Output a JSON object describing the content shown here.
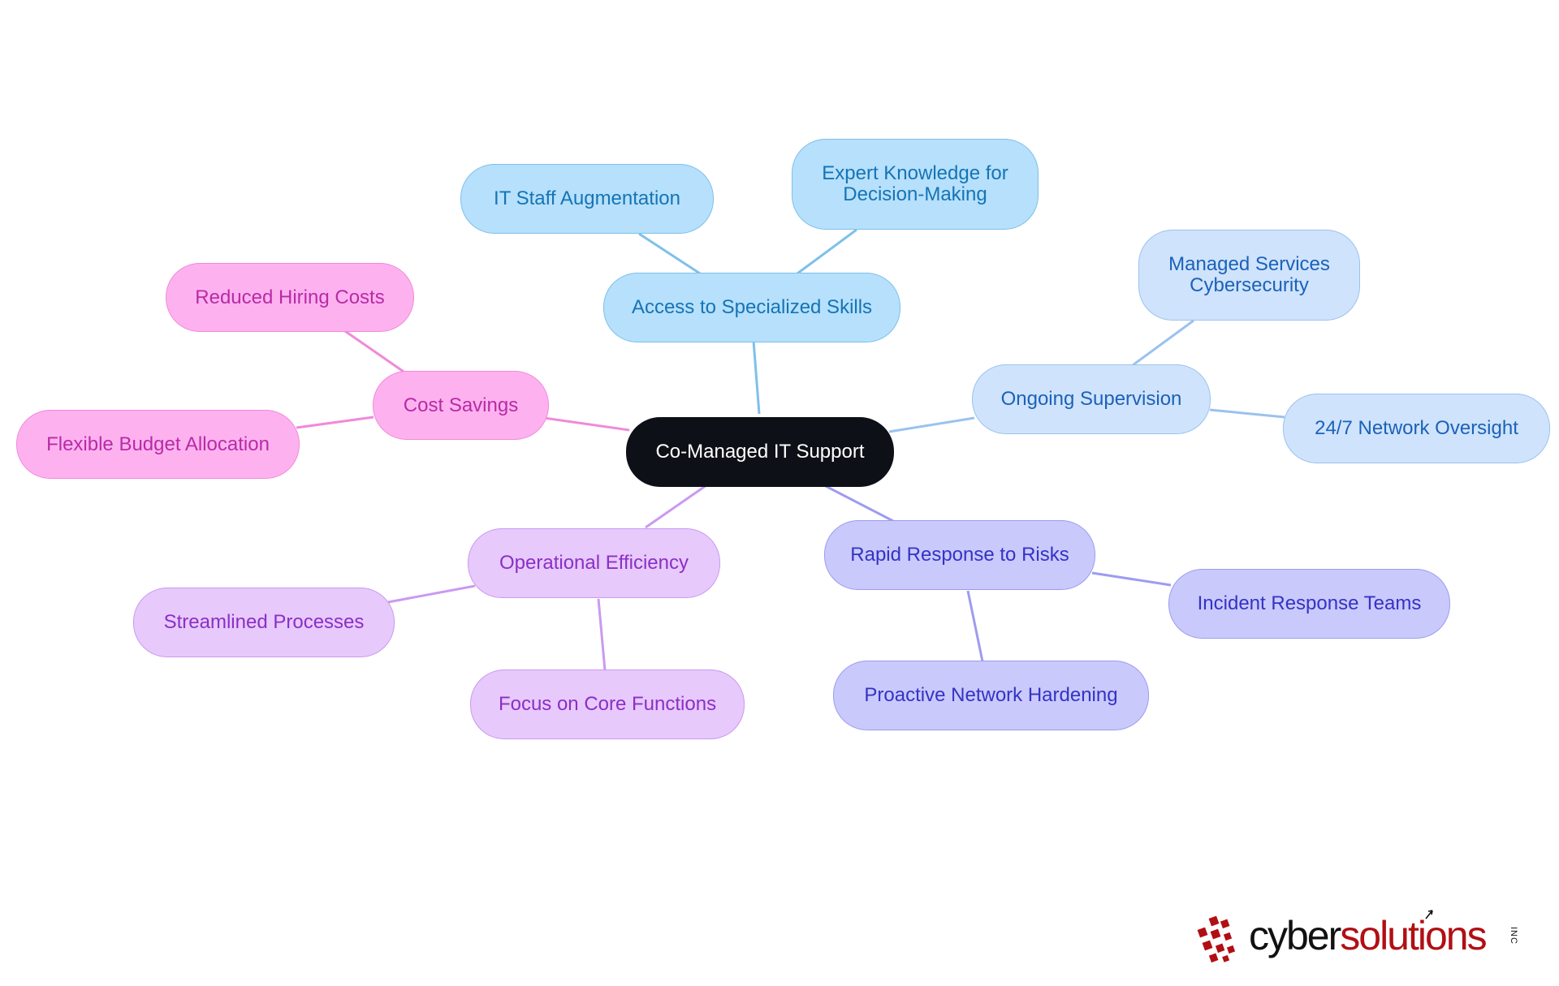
{
  "mindmap": {
    "root": "Co-Managed IT Support",
    "branches": {
      "cost_savings": {
        "label": "Cost Savings",
        "children": [
          "Reduced Hiring Costs",
          "Flexible Budget Allocation"
        ]
      },
      "specialized_skills": {
        "label": "Access to Specialized Skills",
        "children": [
          "IT Staff Augmentation",
          "Expert Knowledge for Decision-Making"
        ]
      },
      "ongoing_supervision": {
        "label": "Ongoing Supervision",
        "children": [
          "Managed Services Cybersecurity",
          "24/7 Network Oversight"
        ]
      },
      "rapid_response": {
        "label": "Rapid Response to Risks",
        "children": [
          "Incident Response Teams",
          "Proactive Network Hardening"
        ]
      },
      "operational_efficiency": {
        "label": "Operational Efficiency",
        "children": [
          "Streamlined Processes",
          "Focus on Core Functions"
        ]
      }
    }
  },
  "logo": {
    "word_1": "cyber",
    "word_2": "solutions",
    "suffix": "INC"
  },
  "colors": {
    "root": "#0d1117",
    "cost_savings": "#fdb2ef",
    "specialized_skills": "#b6e0fc",
    "ongoing_supervision": "#cfe3fc",
    "rapid_response": "#c9c9fc",
    "operational_efficiency": "#e7c9fc",
    "brand_red": "#b10f14"
  }
}
